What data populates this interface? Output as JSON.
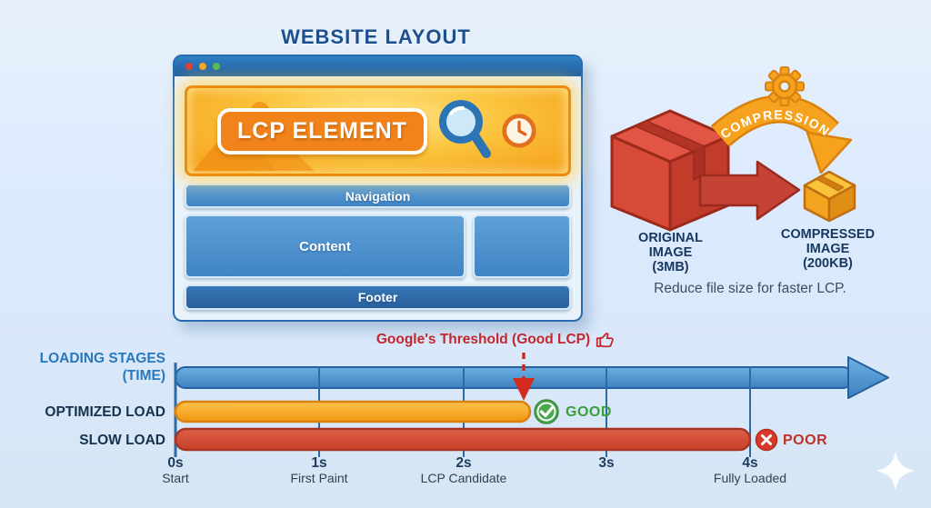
{
  "title": "WEBSITE LAYOUT",
  "browser": {
    "hero_label": "LCP ELEMENT",
    "nav_label": "Navigation",
    "content_label": "Content",
    "footer_label": "Footer"
  },
  "compression": {
    "arc_label": "COMPRESSION",
    "original": {
      "l1": "ORIGINAL",
      "l2": "IMAGE",
      "l3": "(3MB)"
    },
    "compressed": {
      "l1": "COMPRESSED",
      "l2": "IMAGE",
      "l3": "(200KB)"
    },
    "caption": "Reduce file size for faster LCP."
  },
  "timeline": {
    "axis_label_l1": "LOADING STAGES",
    "axis_label_l2": "(TIME)",
    "optimized_label": "OPTIMIZED LOAD",
    "slow_label": "SLOW LOAD",
    "threshold_label": "Google's Threshold (Good LCP)",
    "good_label": "GOOD",
    "poor_label": "POOR",
    "optimized_end_seconds": 2.5,
    "slow_end_seconds": 4,
    "threshold_seconds": 2.4,
    "ticks": [
      {
        "time": "0s",
        "label": "Start"
      },
      {
        "time": "1s",
        "label": "First Paint"
      },
      {
        "time": "2s",
        "label": "LCP Candidate"
      },
      {
        "time": "3s",
        "label": ""
      },
      {
        "time": "4s",
        "label": "Fully Loaded"
      }
    ]
  },
  "colors": {
    "background": "#dceaf6",
    "accent_orange": "#f6a21c",
    "accent_blue": "#4a90cd",
    "navy_text": "#17375e",
    "good_green": "#3c9e40",
    "alert_red": "#c1272d"
  }
}
